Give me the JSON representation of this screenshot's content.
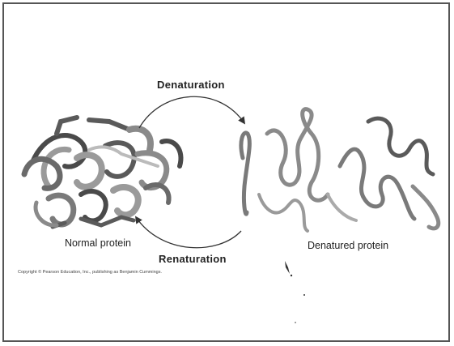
{
  "diagram": {
    "denaturation_label": "Denaturation",
    "renaturation_label": "Renaturation",
    "normal_protein_label": "Normal protein",
    "denatured_protein_label": "Denatured protein",
    "copyright": "Copyright © Pearson Education, Inc., publishing as Benjamin Cummings.",
    "colors": {
      "ribbon": "#8a8a8a",
      "ribbon_dark": "#4a4a4a",
      "arrow": "#333333",
      "frame": "#555555"
    }
  }
}
